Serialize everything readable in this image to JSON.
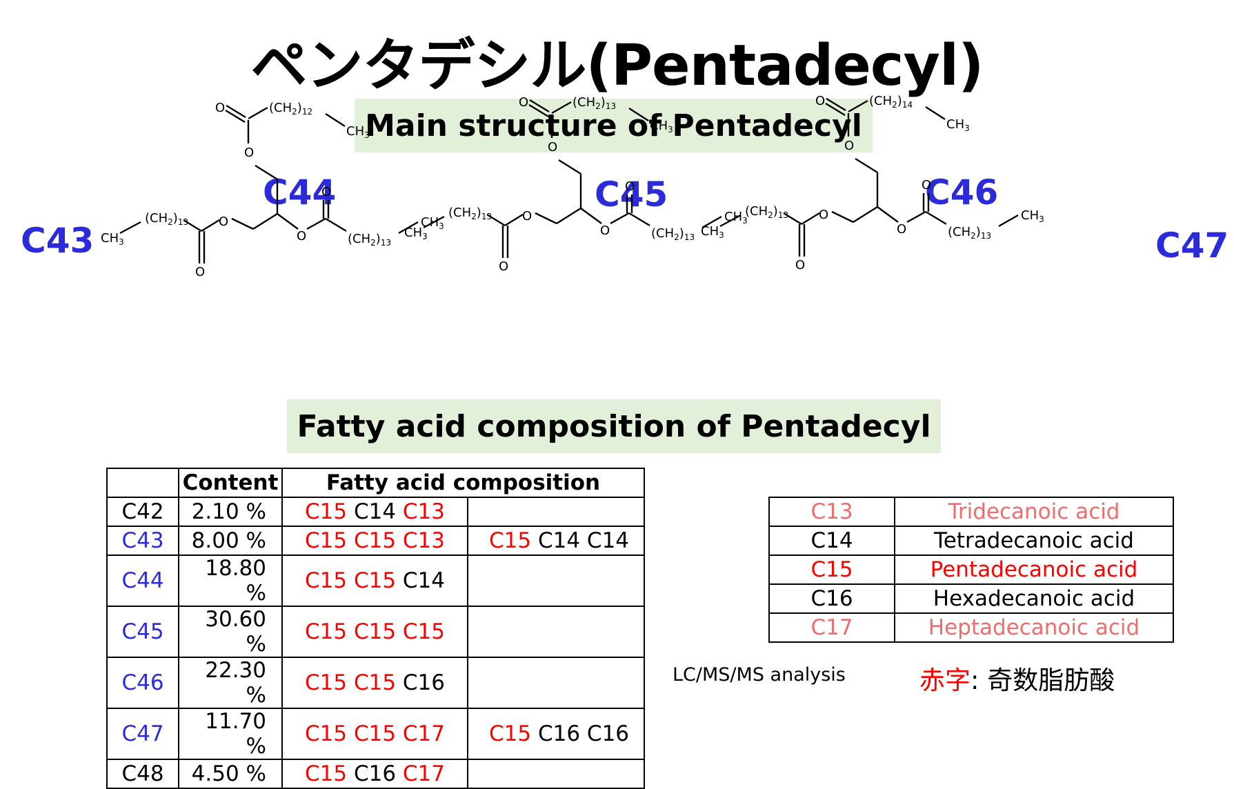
{
  "title": "ペンタデシル(Pentadecyl)",
  "banners": {
    "main_structure": "Main structure of Pentadecyl",
    "composition": "Fatty acid composition of Pentadecyl"
  },
  "molecule_labels": [
    "C43",
    "C44",
    "C45",
    "C46",
    "C47"
  ],
  "structures": [
    {
      "top_chain": "(CH2)12",
      "left_chain": "(CH2)13",
      "right_chain": "(CH2)13"
    },
    {
      "top_chain": "(CH2)13",
      "left_chain": "(CH2)13",
      "right_chain": "(CH2)13"
    },
    {
      "top_chain": "(CH2)14",
      "left_chain": "(CH2)13",
      "right_chain": "(CH2)13"
    }
  ],
  "atom_labels": {
    "oxygen": "O",
    "methyl": "CH3"
  },
  "composition_table": {
    "headers": [
      "",
      "Content",
      "Fatty acid composition"
    ],
    "rows": [
      {
        "label": "C42",
        "label_color": "black",
        "content": "2.10 %",
        "comp1": [
          {
            "t": "C15",
            "c": "red"
          },
          {
            "t": "C14",
            "c": "black"
          },
          {
            "t": "C13",
            "c": "red"
          }
        ],
        "comp2": []
      },
      {
        "label": "C43",
        "label_color": "blue",
        "content": "8.00 %",
        "comp1": [
          {
            "t": "C15",
            "c": "red"
          },
          {
            "t": "C15",
            "c": "red"
          },
          {
            "t": "C13",
            "c": "red"
          }
        ],
        "comp2": [
          {
            "t": "C15",
            "c": "red"
          },
          {
            "t": "C14",
            "c": "black"
          },
          {
            "t": "C14",
            "c": "black"
          }
        ]
      },
      {
        "label": "C44",
        "label_color": "blue",
        "content": "18.80 %",
        "comp1": [
          {
            "t": "C15",
            "c": "red"
          },
          {
            "t": "C15",
            "c": "red"
          },
          {
            "t": "C14",
            "c": "black"
          }
        ],
        "comp2": []
      },
      {
        "label": "C45",
        "label_color": "blue",
        "content": "30.60 %",
        "comp1": [
          {
            "t": "C15",
            "c": "red"
          },
          {
            "t": "C15",
            "c": "red"
          },
          {
            "t": "C15",
            "c": "red"
          }
        ],
        "comp2": []
      },
      {
        "label": "C46",
        "label_color": "blue",
        "content": "22.30 %",
        "comp1": [
          {
            "t": "C15",
            "c": "red"
          },
          {
            "t": "C15",
            "c": "red"
          },
          {
            "t": "C16",
            "c": "black"
          }
        ],
        "comp2": []
      },
      {
        "label": "C47",
        "label_color": "blue",
        "content": "11.70 %",
        "comp1": [
          {
            "t": "C15",
            "c": "red"
          },
          {
            "t": "C15",
            "c": "red"
          },
          {
            "t": "C17",
            "c": "red"
          }
        ],
        "comp2": [
          {
            "t": "C15",
            "c": "red"
          },
          {
            "t": "C16",
            "c": "black"
          },
          {
            "t": "C16",
            "c": "black"
          }
        ]
      },
      {
        "label": "C48",
        "label_color": "black",
        "content": "4.50 %",
        "comp1": [
          {
            "t": "C15",
            "c": "red"
          },
          {
            "t": "C16",
            "c": "black"
          },
          {
            "t": "C17",
            "c": "red"
          }
        ],
        "comp2": []
      }
    ]
  },
  "fatty_acid_names": [
    {
      "abbr": "C13",
      "name": "Tridecanoic acid",
      "color": "pink"
    },
    {
      "abbr": "C14",
      "name": "Tetradecanoic acid",
      "color": "black"
    },
    {
      "abbr": "C15",
      "name": "Pentadecanoic acid",
      "color": "red"
    },
    {
      "abbr": "C16",
      "name": "Hexadecanoic acid",
      "color": "black"
    },
    {
      "abbr": "C17",
      "name": "Heptadecanoic acid",
      "color": "pink"
    }
  ],
  "analysis_note": "LC/MS/MS analysis",
  "legend_note": {
    "red_part": "赤字",
    "rest": ": 奇数脂肪酸"
  },
  "colors": {
    "blue": "#2b2bd9",
    "red": "#ff0000",
    "pink": "#f06d6d",
    "banner": "#e3f0d9"
  }
}
